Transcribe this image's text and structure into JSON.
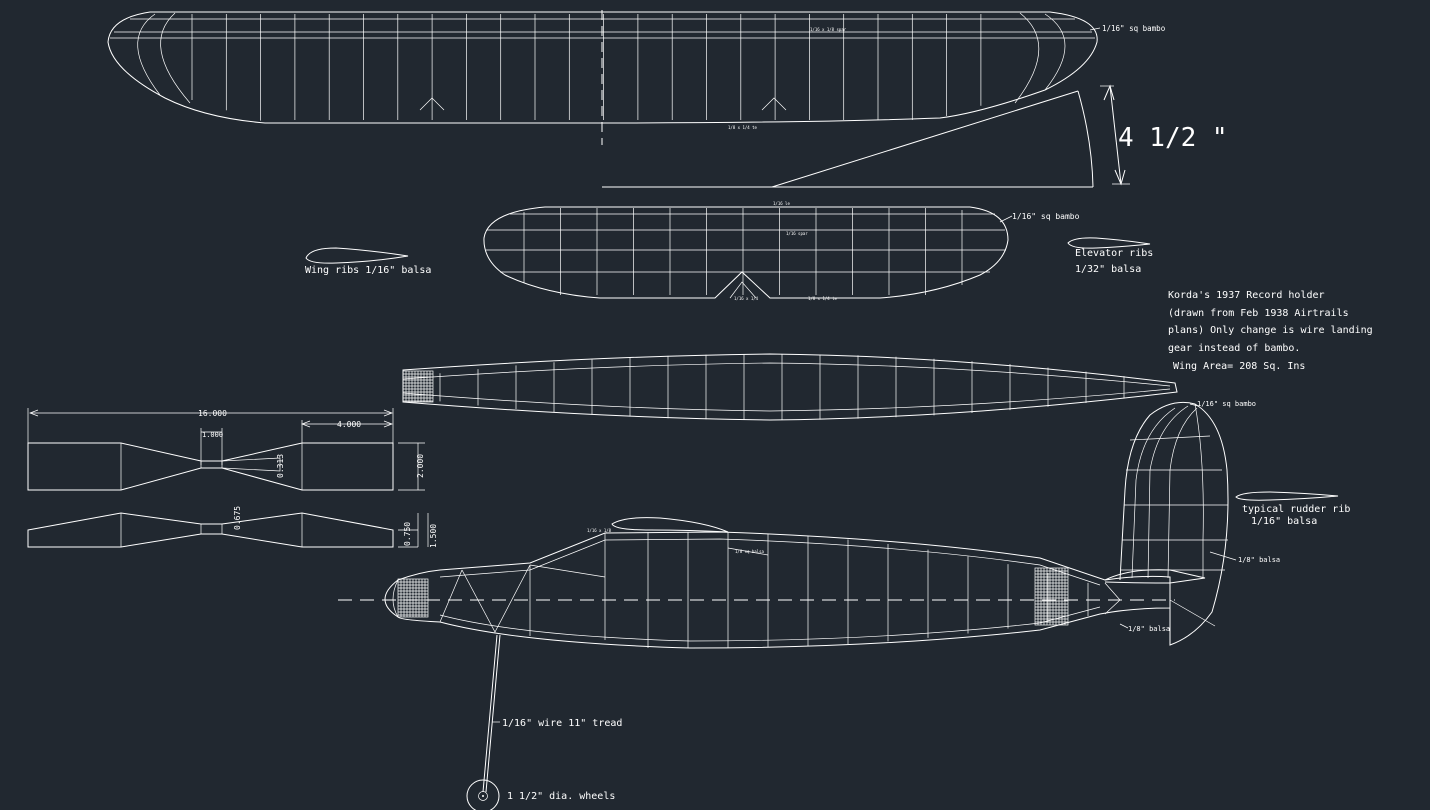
{
  "labels": {
    "wing_tip_note": "1/16\" sq bambo",
    "dihedral": "4 1/2 \"",
    "stab_tip_note": "1/16\" sq bambo",
    "wing_ribs": "Wing ribs 1/16\" balsa",
    "elevator_ribs_1": "Elevator ribs",
    "elevator_ribs_2": "1/32\" balsa",
    "note_line_1": "Korda's 1937  Record holder",
    "note_line_2": "(drawn from Feb 1938 Airtrails",
    "note_line_3": "plans) Only change is wire landing",
    "note_line_4": "gear instead of bambo.",
    "wing_area": "Wing Area=  208 Sq. Ins",
    "rudder_tip_note": "1/16\" sq bambo",
    "rudder_rib_1": "typical rudder rib",
    "rudder_rib_2": "1/16\" balsa",
    "rudder_post_note": "1/8\" balsa",
    "fuselage_tail_note": "1/8\" balsa",
    "gear_wire": "1/16\" wire 11\" tread",
    "wheels": "1 1/2\" dia. wheels"
  },
  "prop_dims": {
    "overall": "16.000",
    "blade": "4.000",
    "hub": "1.000",
    "hub_width": "0.313",
    "blade_width": "2.000",
    "side_thickness": "1.500",
    "side_hub": "0.675",
    "side_step": "0.750"
  },
  "colors": {
    "background": "#212830",
    "lines": "#ffffff"
  }
}
